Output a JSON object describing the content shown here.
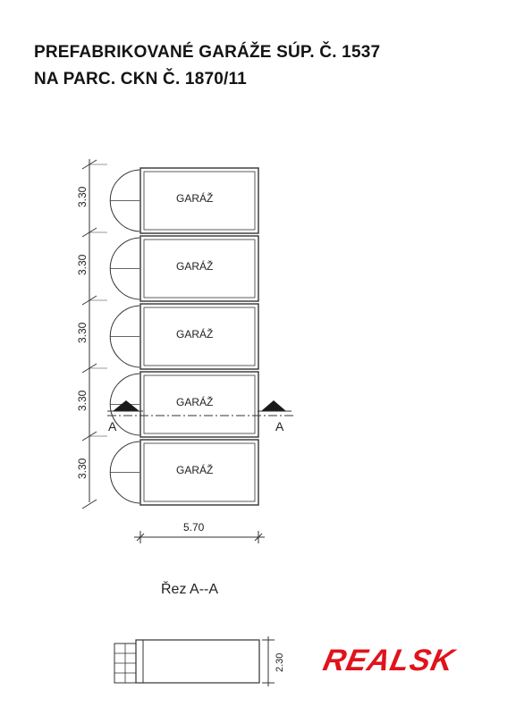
{
  "title": {
    "line1": "PREFABRIKOVANÉ GARÁŽE SÚP. Č. 1537",
    "line2": "NA PARC. CKN Č. 1870/11"
  },
  "garages": [
    {
      "label": "GARÁŽ",
      "width_label": "3.30"
    },
    {
      "label": "GARÁŽ",
      "width_label": "3.30"
    },
    {
      "label": "GARÁŽ",
      "width_label": "3.30"
    },
    {
      "label": "GARÁŽ",
      "width_label": "3.30"
    },
    {
      "label": "GARÁŽ",
      "width_label": "3.30"
    }
  ],
  "depth_label": "5.70",
  "section_marker": "A",
  "section_title": "Řez A--A",
  "section_height_label": "2.30",
  "logo_text": "REALSK",
  "colors": {
    "line": "#333333",
    "logo": "#e0131c"
  }
}
